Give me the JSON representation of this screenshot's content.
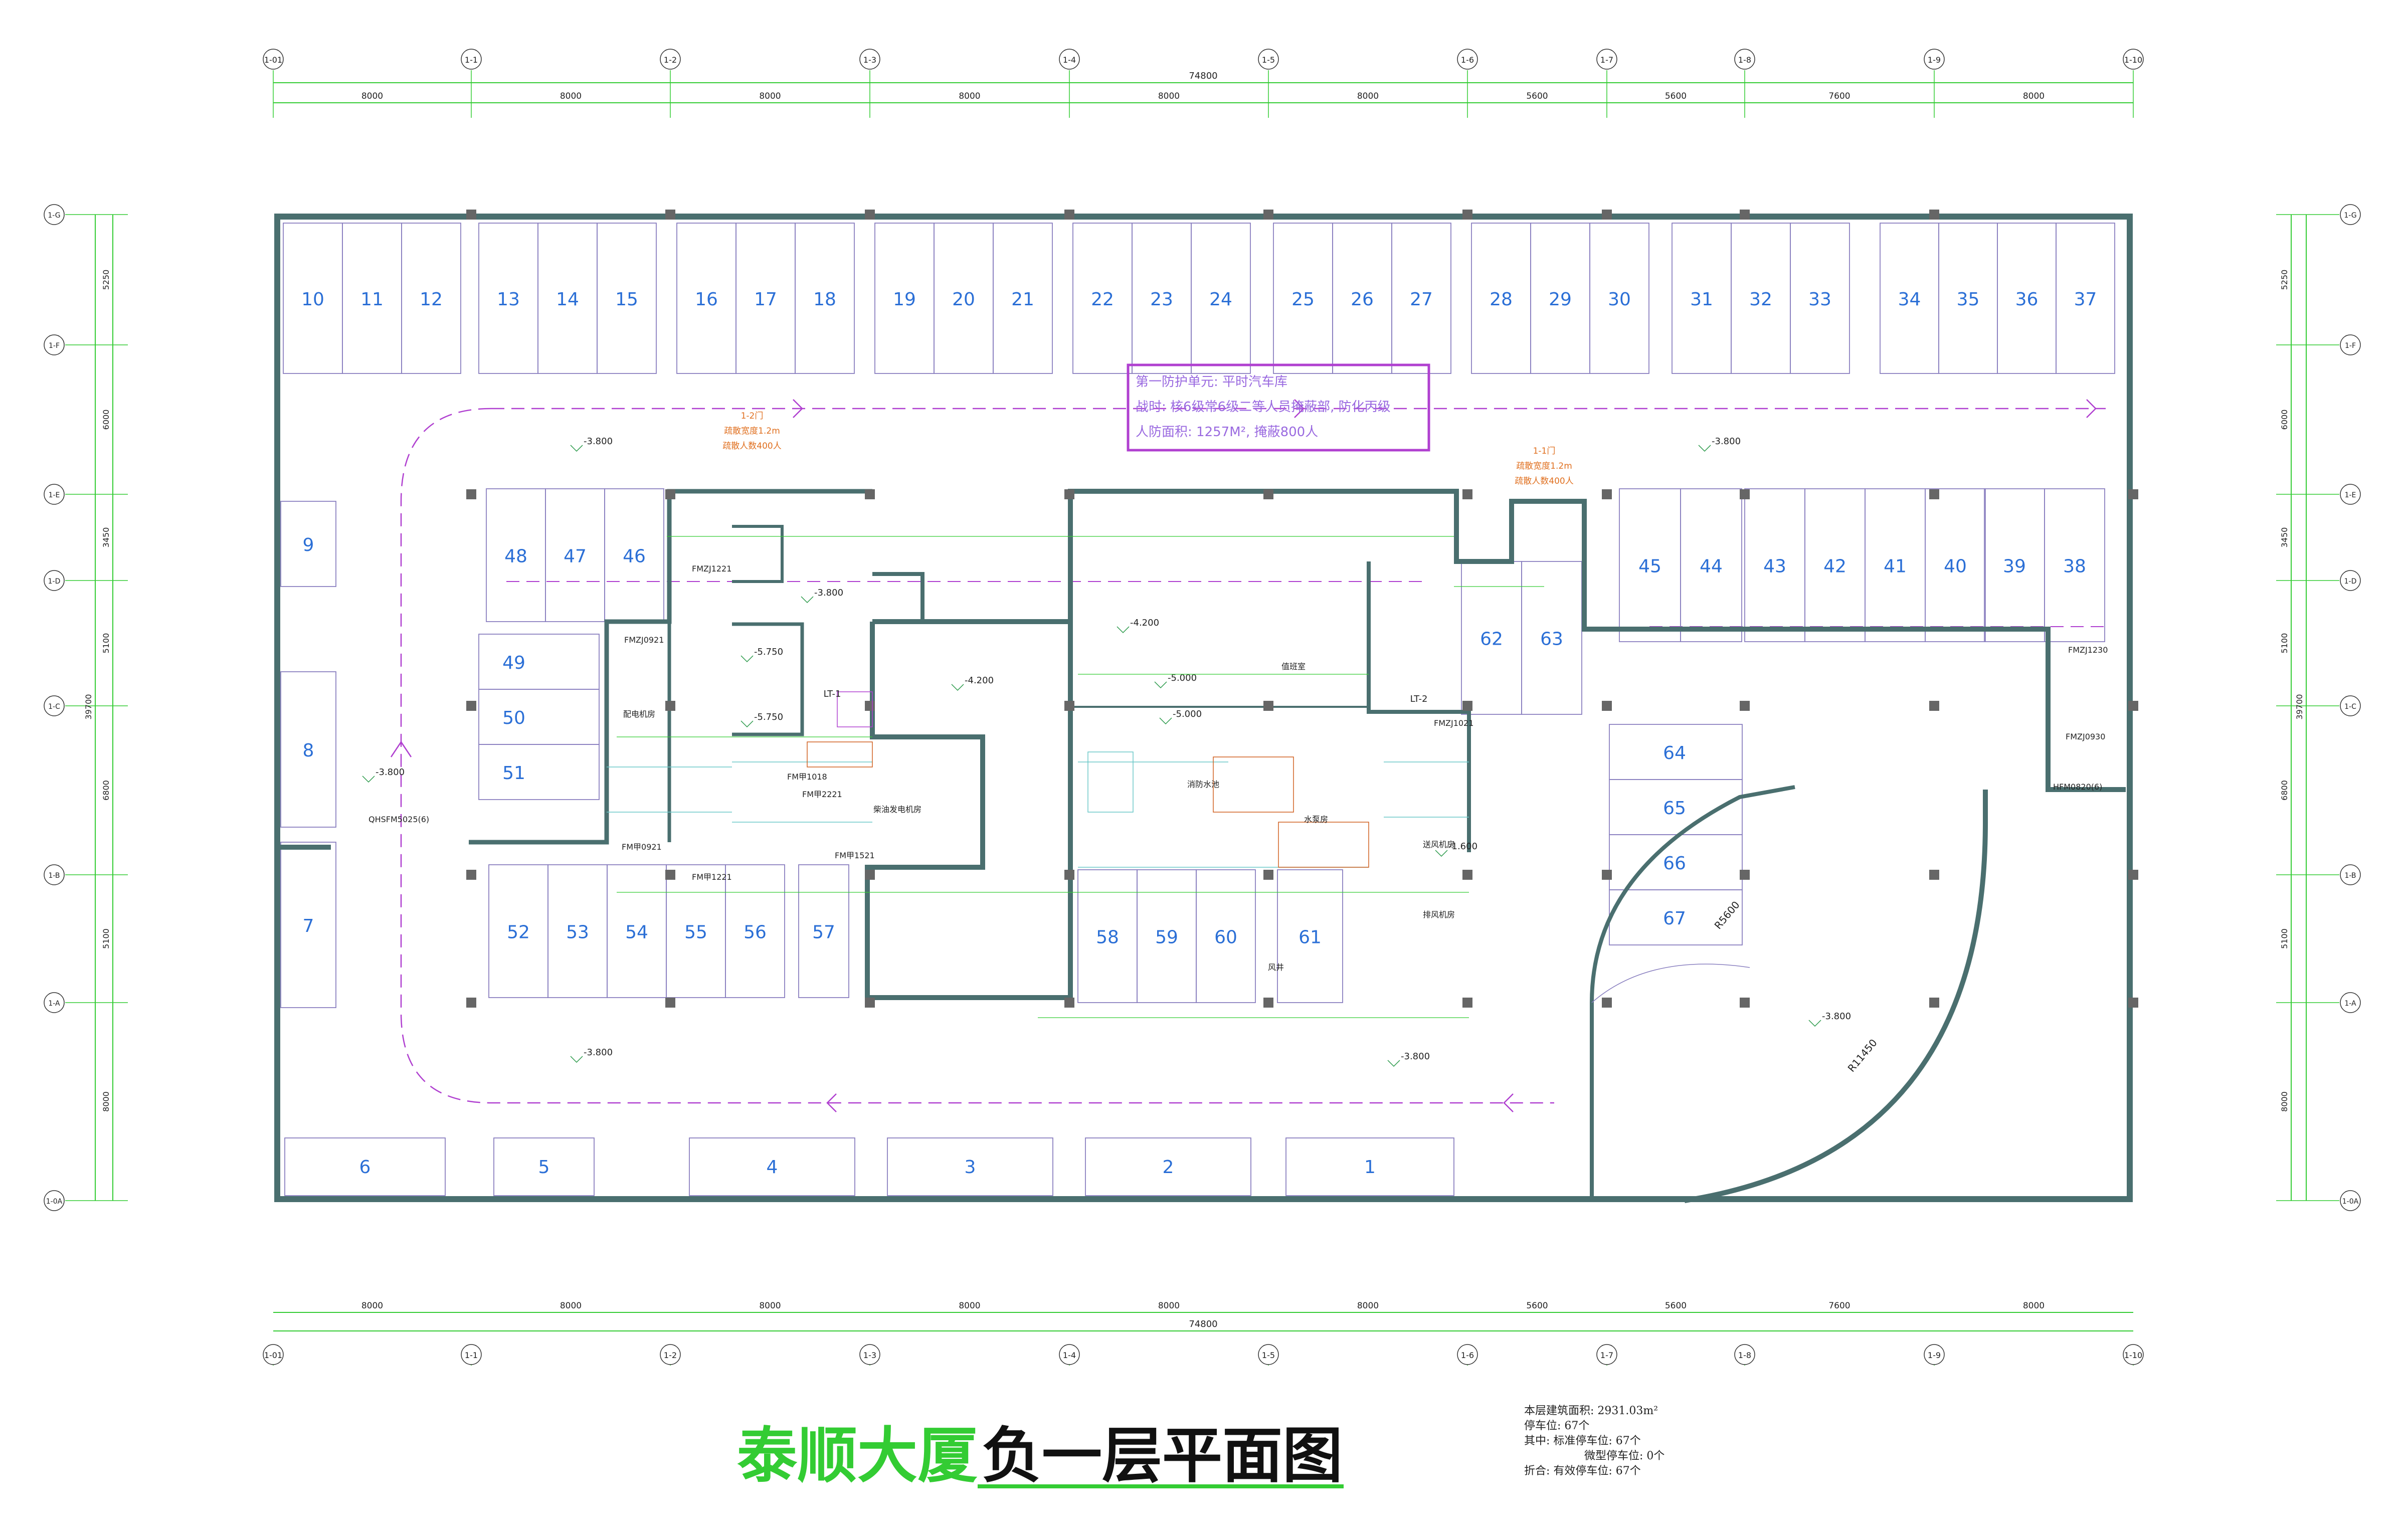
{
  "title": {
    "part1": "泰顺大厦",
    "part2": "负一层平面图"
  },
  "stats": [
    "本层建筑面积: 2931.03m²",
    "停车位: 67个",
    "其中: 标准停车位: 67个",
    "微型停车位: 0个",
    "折合: 有效停车位: 67个"
  ],
  "axes": {
    "top_labels": [
      "1-01",
      "1-1",
      "1-2",
      "1-3",
      "1-4",
      "1-5",
      "1-6",
      "1-7",
      "1-8",
      "1-9",
      "1-10"
    ],
    "spans": [
      "8000",
      "8000",
      "8000",
      "8000",
      "8000",
      "8000",
      "5600",
      "5600",
      "7600",
      "8000"
    ],
    "total": "74800",
    "side_labels": [
      "1-G",
      "1-F",
      "1-E",
      "1-D",
      "1-C",
      "1-B",
      "1-A",
      "1-0A"
    ],
    "side_spans": [
      "5250",
      "6000",
      "3450",
      "5100",
      "6800",
      "5100",
      "8000"
    ],
    "side_total": "39700"
  },
  "parking": {
    "top_row": [
      "10",
      "11",
      "12",
      "13",
      "14",
      "15",
      "16",
      "17",
      "18",
      "19",
      "20",
      "21",
      "22",
      "23",
      "24",
      "25",
      "26",
      "27",
      "28",
      "29",
      "30",
      "31",
      "32",
      "33",
      "34",
      "35",
      "36",
      "37"
    ],
    "right_row": [
      "45",
      "44",
      "43",
      "42",
      "41",
      "40",
      "39",
      "38"
    ],
    "left_col": [
      "9",
      "8",
      "7"
    ],
    "mid_row_left": [
      "48",
      "47",
      "46"
    ],
    "mid_col": [
      "49",
      "50",
      "51"
    ],
    "lower_row": [
      "52",
      "53",
      "54",
      "55",
      "56",
      "57",
      "58",
      "59",
      "60",
      "61"
    ],
    "center_pair": [
      "62",
      "63"
    ],
    "ramp_col": [
      "64",
      "65",
      "66",
      "67"
    ],
    "bottom_row": [
      "6",
      "5",
      "4",
      "3",
      "2",
      "1"
    ]
  },
  "annotations": {
    "unit_box": [
      "第一防护单元: 平时汽车库",
      "战时: 核6级常6级二等人员掩蔽部, 防化丙级",
      "人防面积: 1257M², 掩蔽800人"
    ],
    "evac_left": [
      "1-2门",
      "疏散宽度1.2m",
      "疏散人数400人"
    ],
    "evac_right": [
      "1-1门",
      "疏散宽度1.2m",
      "疏散人数400人"
    ],
    "elevations": [
      "-3.800",
      "-3.800",
      "-3.800",
      "-3.800",
      "-3.800",
      "-3.800",
      "-3.800",
      "-4.200",
      "-4.200",
      "-5.000",
      "-5.000",
      "-5.750",
      "-5.750",
      "-1.600"
    ],
    "door_labels": [
      "FMZJ1221",
      "FMZJ1021",
      "FMZJ0921",
      "FM甲0921",
      "FMZJ1230",
      "FMZJ0930",
      "HFM0820(6)",
      "QHSFM5025(6)",
      "FM甲1221",
      "FM甲1521",
      "FM甲1018",
      "FM甲2221"
    ],
    "radius_labels": [
      "R5600",
      "R11450"
    ],
    "rooms": [
      "配电机房",
      "柴油发电机房",
      "风井",
      "排风机房",
      "水泵房",
      "消防水池",
      "送风机房",
      "值班室"
    ],
    "lifts": [
      "LT-1",
      "LT-2"
    ]
  },
  "colors": {
    "wall": "#4a6f6f",
    "axis": "#33cc33",
    "slot": "#8a80c0",
    "slot_text": "#2b6fd6",
    "magenta": "#b040d0",
    "title_green": "#33cc33",
    "orange": "#e07020"
  }
}
